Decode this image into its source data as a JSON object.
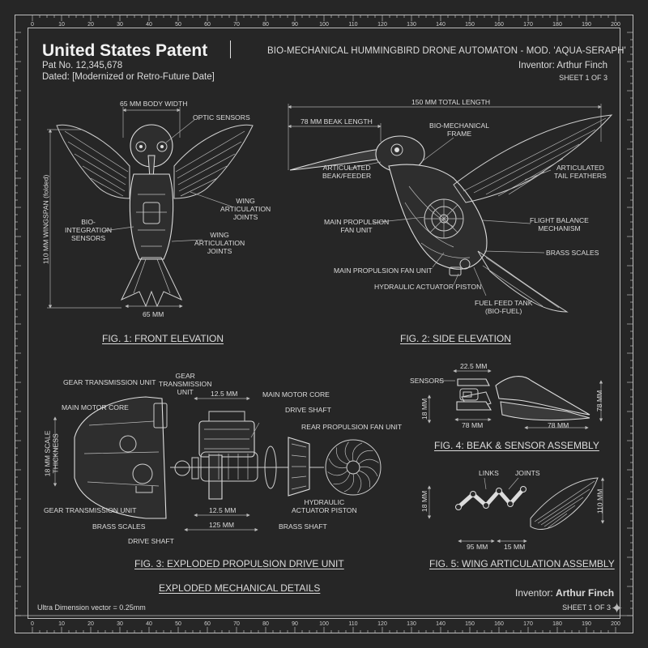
{
  "header": {
    "title": "United States Patent",
    "patent_no": "Pat No. 12,345,678",
    "dated": "Dated: [Modernized or Retro-Future Date]",
    "device_title": "BIO-MECHANICAL HUMMINGBIRD DRONE AUTOMATON - MOD. 'AQUA-SERAPH'",
    "inventor": "Inventor: Arthur Finch",
    "sheet": "SHEET 1 OF 3"
  },
  "scale": {
    "top_ticks": [
      "0",
      "10",
      "20",
      "30",
      "40",
      "50",
      "60",
      "70",
      "80",
      "90",
      "100",
      "110",
      "120",
      "130",
      "140",
      "150",
      "160",
      "170",
      "180",
      "190",
      "200"
    ],
    "bottom_ticks": [
      "0",
      "10",
      "20",
      "30",
      "40",
      "50",
      "60",
      "70",
      "80",
      "90",
      "100",
      "110",
      "120",
      "130",
      "140",
      "150",
      "160",
      "170",
      "180",
      "190",
      "200"
    ]
  },
  "fig1": {
    "caption": "FIG. 1: FRONT ELEVATION",
    "body_width": "65 MM BODY WIDTH",
    "optic": "OPTIC SENSORS",
    "wing_joints_1": "WING\nARTICULATION\nJOINTS",
    "wing_joints_2": "WING\nARTICULATION\nJOINTS",
    "bio": "BIO-\nINTEGRATION\nSENSORS",
    "wingspan": "110 MM WINGSPAN (folded)",
    "bottom_dim": "65 MM"
  },
  "fig2": {
    "caption": "FIG. 2: SIDE ELEVATION",
    "total_length": "150 MM TOTAL LENGTH",
    "beak_length": "78 MM BEAK LENGTH",
    "frame": "BIO-MECHANICAL\nFRAME",
    "beak_feeder": "ARTICULATED\nBEAK/FEEDER",
    "tail": "ARTICULATED\nTAIL FEATHERS",
    "main_fan": "MAIN PROPULSION\nFAN UNIT",
    "balance": "FLIGHT BALANCE\nMECHANISM",
    "brass": "BRASS SCALES",
    "main_fan_2": "MAIN PROPULSION FAN UNIT",
    "hydraulic": "HYDRAULIC ACTUATOR PISTON",
    "fuel": "FUEL FEED TANK\n(BIO-FUEL)"
  },
  "fig3": {
    "caption": "FIG. 3: EXPLODED PROPULSION DRIVE UNIT",
    "gear_unit_a": "GEAR TRANSMISSION UNIT",
    "gear_unit_b": "GEAR\nTRANSMISSION\nUNIT",
    "motor_core_a": "MAIN MOTOR CORE",
    "motor_core_b": "MAIN MOTOR CORE",
    "dim_12_5_top": "12.5 MM",
    "drive_shaft_a": "DRIVE SHAFT",
    "rear_fan": "REAR PROPULSION FAN UNIT",
    "thickness": "18 MM SCALE\nTHICKNESS",
    "gear_unit_c": "GEAR TRANSMISSION UNIT",
    "brass": "BRASS SCALES",
    "dim_12_5": "12.5 MM",
    "dim_125": "125 MM",
    "hydraulic": "HYDRAULIC\nACTUATOR PISTON",
    "brass_shaft": "BRASS SHAFT",
    "drive_shaft_b": "DRIVE SHAFT"
  },
  "fig4": {
    "caption": "FIG. 4: BEAK & SENSOR ASSEMBLY",
    "dim_22_5": "22.5 MM",
    "sensors": "SENSORS",
    "dim_18": "18 MM",
    "dim_78_a": "78 MM",
    "dim_78_b": "78 MM",
    "dim_78_c": "78 MM"
  },
  "fig5": {
    "caption": "FIG. 5: WING ARTICULATION ASSEMBLY",
    "links": "LINKS",
    "joints": "JOINTS",
    "dim_18": "18 MM",
    "dim_110": "110 MM",
    "dim_95": "95 MM",
    "dim_15": "15 MM"
  },
  "footer": {
    "section": "EXPLODED MECHANICAL DETAILS",
    "vector_note": "Ultra Dimension vector = 0.25mm",
    "inventor_label": "Inventor:",
    "inventor_name": "Arthur Finch",
    "sheet": "SHEET 1 OF 3"
  },
  "colors": {
    "background": "#262626",
    "linework": "#dcdcdc"
  }
}
